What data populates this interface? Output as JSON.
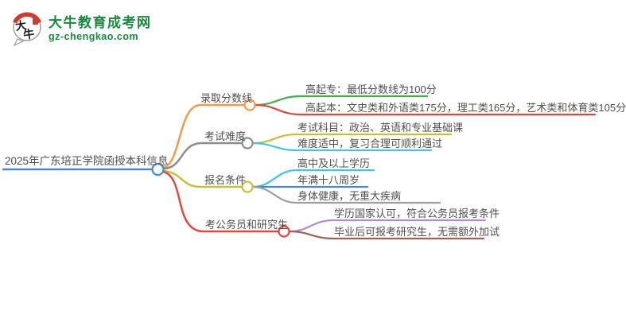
{
  "logo": {
    "icon_text": "大牛",
    "site_name": "大牛教育成考网",
    "site_domain": "gz-chengkao.com",
    "brand_green": "#178a3e",
    "seal_red": "#cf3a32",
    "ink_black": "#1d1d1d"
  },
  "mindmap": {
    "text_color": "#4f4f4f",
    "root": {
      "label": "2025年广东培正学院函授本科信息",
      "color": "#4a89c8"
    },
    "branches": [
      {
        "label": "录取分数线",
        "color": "#f59a47",
        "children": [
          {
            "label": "高起专：最低分数线为100分",
            "color": "#3fae53"
          },
          {
            "label": "高起本：文史类和外语类175分，理工类165分，艺术类和体育类105分",
            "color": "#e2473f"
          }
        ]
      },
      {
        "label": "考试难度",
        "color": "#8c8c8c",
        "children": [
          {
            "label": "考试科目：政治、英语和专业基础课",
            "color": "#c6bf3a"
          },
          {
            "label": "难度适中，复习合理可顺利通过",
            "color": "#41c6e0"
          }
        ]
      },
      {
        "label": "报名条件",
        "color": "#c6bf3a",
        "children": [
          {
            "label": "高中及以上学历",
            "color": "#41c6e0"
          },
          {
            "label": "年满十八周岁",
            "color": "#4a89c8"
          },
          {
            "label": "身体健康，无重大疾病",
            "color": "#9e9e9e"
          }
        ]
      },
      {
        "label": "考公务员和研究生",
        "color": "#e2473f",
        "children": [
          {
            "label": "学历国家认可，符合公务员报考条件",
            "color": "#a98fd6"
          },
          {
            "label": "毕业后可报考研究生，无需额外加试",
            "color": "#9d6156"
          }
        ]
      }
    ]
  }
}
